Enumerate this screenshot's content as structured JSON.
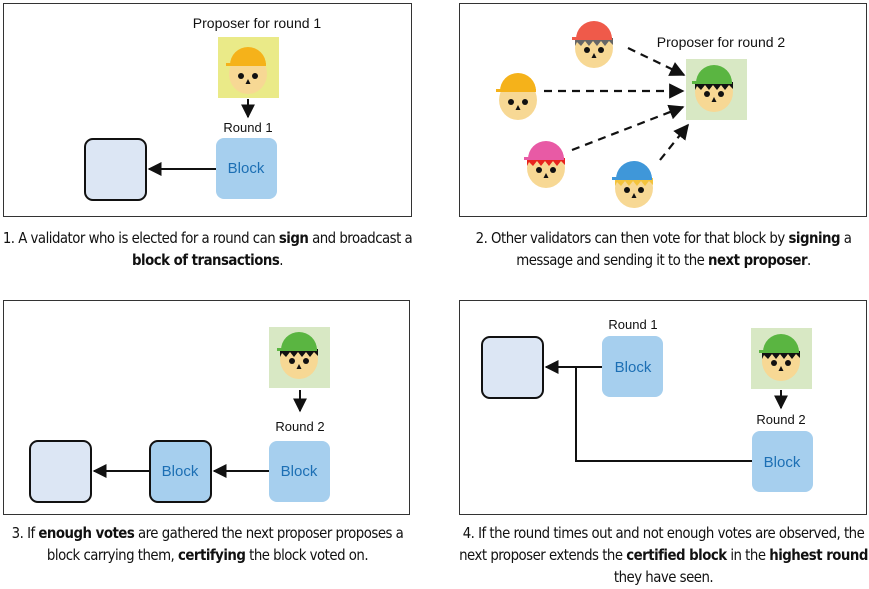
{
  "colors": {
    "block_fill": "#a6cfee",
    "block_text": "#1c6fb4",
    "old_block_fill": "#dce6f4",
    "proposer1_bg": "#eaea88",
    "proposer2_bg": "#d8e8c4",
    "skin": "#f7d894",
    "hat_orange": "#f5b21a",
    "hat_red": "#ef5a4a",
    "hat_pink": "#e85aa5",
    "hat_blue": "#3f97d9",
    "hat_green": "#5ab541",
    "hair_gray": "#666666",
    "hair_black": "#111111",
    "hair_red": "#e8231f",
    "hair_yellow": "#f3c33c"
  },
  "panels": [
    {
      "id": 1,
      "title": "Proposer for round 1",
      "round_label": "Round 1",
      "block_label": "Block",
      "caption": [
        {
          "text": "1. A validator who is elected for a round can ",
          "bold": false
        },
        {
          "text": "sign",
          "bold": true
        },
        {
          "text": " and broadcast a ",
          "bold": false
        },
        {
          "text": "block of transactions",
          "bold": true
        },
        {
          "text": ".",
          "bold": false
        }
      ]
    },
    {
      "id": 2,
      "title": "Proposer for round 2",
      "voters": [
        "red-hat-validator",
        "orange-hat-validator",
        "pink-hat-validator",
        "blue-hat-validator"
      ],
      "caption": [
        {
          "text": "2. Other validators can then vote for that block by ",
          "bold": false
        },
        {
          "text": "signing",
          "bold": true
        },
        {
          "text": " a message and sending it to the ",
          "bold": false
        },
        {
          "text": "next proposer",
          "bold": true
        },
        {
          "text": ".",
          "bold": false
        }
      ]
    },
    {
      "id": 3,
      "round_label": "Round 2",
      "block_label_mid": "Block",
      "block_label_new": "Block",
      "caption": [
        {
          "text": "3. If ",
          "bold": false
        },
        {
          "text": "enough votes",
          "bold": true
        },
        {
          "text": " are gathered the next proposer proposes a block carrying them, ",
          "bold": false
        },
        {
          "text": "certifying",
          "bold": true
        },
        {
          "text": " the block voted on.",
          "bold": false
        }
      ]
    },
    {
      "id": 4,
      "round1_label": "Round 1",
      "round2_label": "Round 2",
      "block_label_r1": "Block",
      "block_label_r2": "Block",
      "caption": [
        {
          "text": "4. If the round times out and not enough votes are observed, the next proposer extends the ",
          "bold": false
        },
        {
          "text": "certified block",
          "bold": true
        },
        {
          "text": " in the ",
          "bold": false
        },
        {
          "text": "highest round",
          "bold": true
        },
        {
          "text": " they have seen.",
          "bold": false
        }
      ]
    }
  ]
}
